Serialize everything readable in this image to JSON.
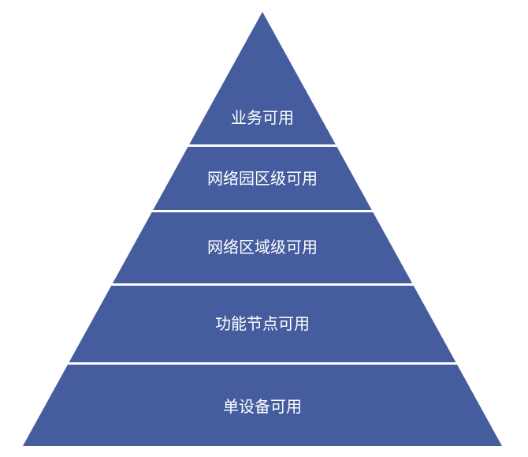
{
  "diagram": {
    "type": "pyramid",
    "fill_color": "#455d9f",
    "levels": [
      {
        "label": "业务可用"
      },
      {
        "label": "网络园区级可用"
      },
      {
        "label": "网络区域级可用"
      },
      {
        "label": "功能节点可用"
      },
      {
        "label": "单设备可用"
      }
    ]
  }
}
